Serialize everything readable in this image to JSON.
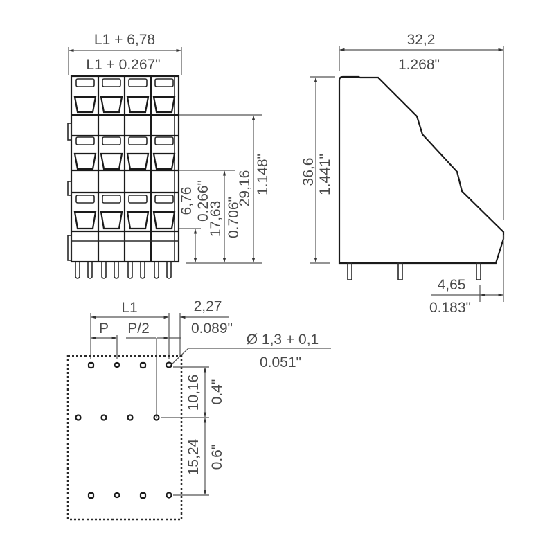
{
  "drawing": {
    "front_view": {
      "width_mm_label": "L1 + 6,78",
      "width_in_label": "L1 + 0.267\"",
      "dim_29_16_mm": "29,16",
      "dim_29_16_in": "1.148\"",
      "dim_17_63_mm": "17,63",
      "dim_17_63_in": "0.706\"",
      "dim_6_76_mm": "6,76",
      "dim_6_76_in": "0.266\"",
      "poles": 4,
      "tiers": 3
    },
    "side_view": {
      "width_mm_label": "32,2",
      "width_in_label": "1.268\"",
      "height_mm_label": "36,6",
      "height_in_label": "1.441\"",
      "offset_mm_label": "4,65",
      "offset_in_label": "0.183\""
    },
    "footprint": {
      "l1_label": "L1",
      "p_label": "P",
      "p_half_label": "P/2",
      "edge_mm_label": "2,27",
      "edge_in_label": "0.089\"",
      "hole_mm_label": "Ø 1,3 + 0,1",
      "hole_in_label": "0.051\"",
      "row1_mm_label": "10,16",
      "row1_in_label": "0.4\"",
      "row2_mm_label": "15,24",
      "row2_in_label": "0.6\"",
      "holes_per_row": 4,
      "rows": 3
    }
  }
}
